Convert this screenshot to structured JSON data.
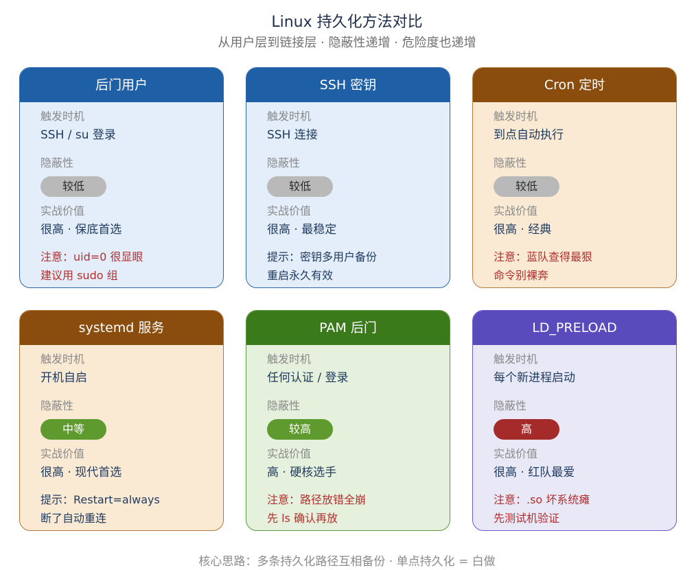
{
  "title": "Linux 持久化方法对比",
  "subtitle": "从用户层到链接层 · 隐蔽性递增 · 危险度也递增",
  "footer": "核心思路：多条持久化路径互相备份 · 单点持久化 = 白做",
  "labels": {
    "trigger": "触发时机",
    "stealth": "隐蔽性",
    "value": "实战价值"
  },
  "colors": {
    "blue_header": "#1f5fa6",
    "orange_header": "#8a4d0e",
    "green_header": "#3b7a1b",
    "purple_header": "#5a4bbd",
    "badge_gray": "#b9b9b9",
    "badge_green": "#5f9a2f",
    "badge_red": "#a52a2a",
    "note_red": "#b03030",
    "note_blue": "#1f3a5f"
  },
  "cards": [
    {
      "title": "后门用户",
      "trigger": "SSH / su 登录",
      "stealth": "较低",
      "value": "很高 · 保底首选",
      "note_line1": "注意：uid=0 很显眼",
      "note_line2": "建议用 sudo 组"
    },
    {
      "title": "SSH 密钥",
      "trigger": "SSH 连接",
      "stealth": "较低",
      "value": "很高 · 最稳定",
      "note_line1": "提示：密钥多用户备份",
      "note_line2": "重启永久有效"
    },
    {
      "title": "Cron 定时",
      "trigger": "到点自动执行",
      "stealth": "较低",
      "value": "很高 · 经典",
      "note_line1": "注意：蓝队查得最狠",
      "note_line2": "命令别裸奔"
    },
    {
      "title": "systemd 服务",
      "trigger": "开机自启",
      "stealth": "中等",
      "value": "很高 · 现代首选",
      "note_line1": "提示：Restart=always",
      "note_line2": "断了自动重连"
    },
    {
      "title": "PAM 后门",
      "trigger": "任何认证 / 登录",
      "stealth": "较高",
      "value": "高 · 硬核选手",
      "note_line1": "注意：路径放错全崩",
      "note_line2": "先 ls 确认再放"
    },
    {
      "title": "LD_PRELOAD",
      "trigger": "每个新进程启动",
      "stealth": "高",
      "value": "很高 · 红队最爱",
      "note_line1": "注意：.so 坏系统瘫",
      "note_line2": "先测试机验证"
    }
  ]
}
